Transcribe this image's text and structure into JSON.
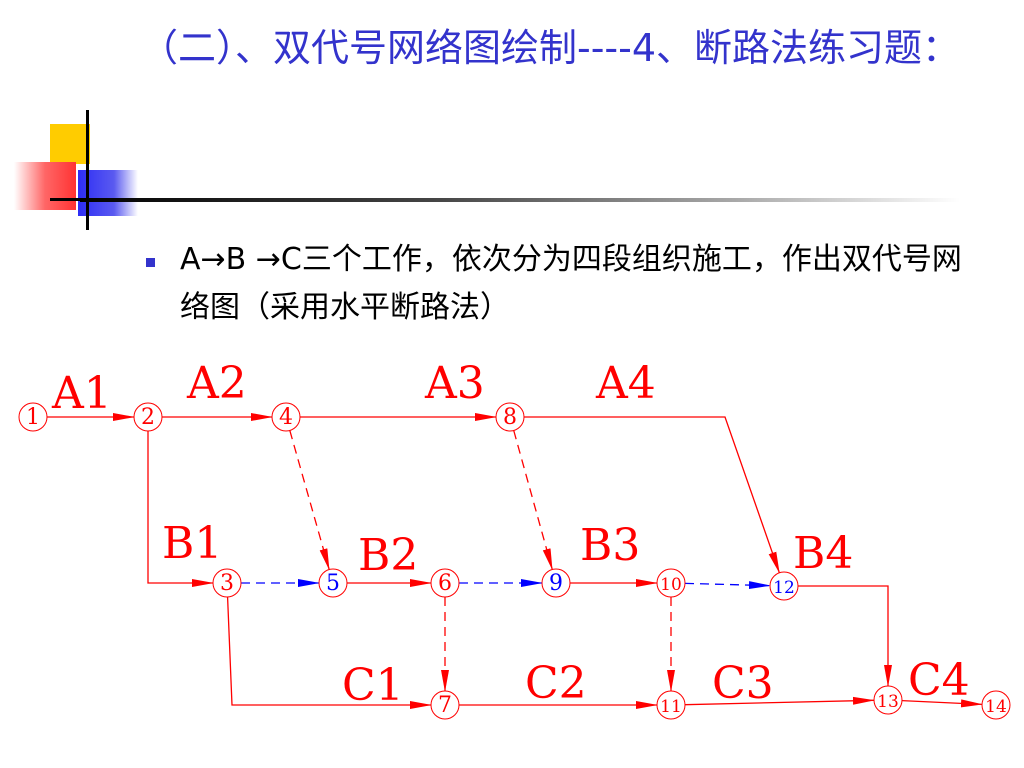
{
  "slide": {
    "title": "（二）、双代号网络图绘制----4、断路法练习题：",
    "bullet": "A→B →C三个工作，依次分为四段组织施工，作出双代号网络图（采用水平断路法）"
  },
  "colors": {
    "title": "#3333cc",
    "real_activity": "#ff0000",
    "dummy_activity": "#0000ff",
    "node_red": "#ff0000",
    "node_blue": "#0000ff"
  },
  "diagram": {
    "nodes": [
      {
        "id": "1",
        "color": "red"
      },
      {
        "id": "2",
        "color": "red"
      },
      {
        "id": "4",
        "color": "red"
      },
      {
        "id": "8",
        "color": "red"
      },
      {
        "id": "3",
        "color": "red"
      },
      {
        "id": "5",
        "color": "blue"
      },
      {
        "id": "6",
        "color": "red"
      },
      {
        "id": "9",
        "color": "blue"
      },
      {
        "id": "10",
        "color": "red"
      },
      {
        "id": "12",
        "color": "blue"
      },
      {
        "id": "7",
        "color": "red"
      },
      {
        "id": "11",
        "color": "red"
      },
      {
        "id": "13",
        "color": "red"
      },
      {
        "id": "14",
        "color": "red"
      }
    ],
    "activities": [
      {
        "label": "A1",
        "from": "1",
        "to": "2"
      },
      {
        "label": "A2",
        "from": "2",
        "to": "4"
      },
      {
        "label": "A3",
        "from": "4",
        "to": "8"
      },
      {
        "label": "A4",
        "from": "8",
        "to": "12"
      },
      {
        "label": "B1",
        "from": "2",
        "to": "3"
      },
      {
        "label": "B2",
        "from": "5",
        "to": "6"
      },
      {
        "label": "B3",
        "from": "9",
        "to": "10"
      },
      {
        "label": "B4",
        "from": "12",
        "to": "13"
      },
      {
        "label": "C1",
        "from": "3",
        "to": "7"
      },
      {
        "label": "C2",
        "from": "7",
        "to": "11"
      },
      {
        "label": "C3",
        "from": "11",
        "to": "13"
      },
      {
        "label": "C4",
        "from": "13",
        "to": "14"
      }
    ],
    "dummies": [
      {
        "from": "4",
        "to": "5"
      },
      {
        "from": "3",
        "to": "5"
      },
      {
        "from": "8",
        "to": "9"
      },
      {
        "from": "6",
        "to": "9"
      },
      {
        "from": "6",
        "to": "7"
      },
      {
        "from": "10",
        "to": "12"
      },
      {
        "from": "10",
        "to": "11"
      }
    ]
  }
}
